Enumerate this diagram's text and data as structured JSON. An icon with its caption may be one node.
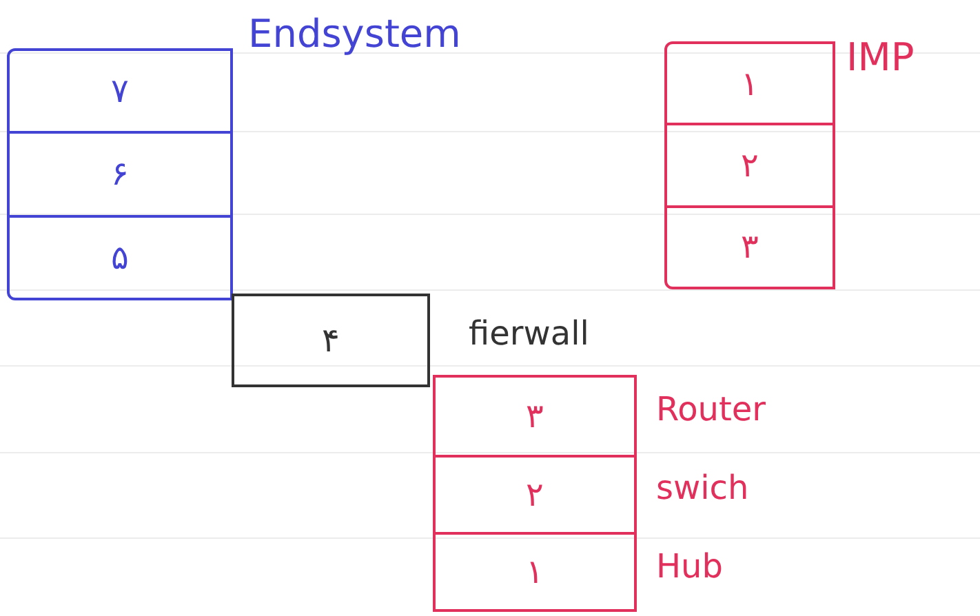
{
  "diagram": {
    "nodes": [
      {
        "text": [
          "Endsystem"
        ]
      },
      {
        "text": [
          "۷"
        ],
        "in": 0
      },
      {
        "text": [
          "۶"
        ],
        "in": 0
      },
      {
        "text": [
          "۵"
        ],
        "in": 0
      },
      {
        "text": [
          "IMP"
        ]
      },
      {
        "text": [
          "۱"
        ],
        "in": 4
      },
      {
        "text": [
          "۲"
        ],
        "in": 4
      },
      {
        "text": [
          "۳"
        ],
        "in": 4
      },
      {
        "text": [
          "۴"
        ],
        "beside": [
          "fierwall"
        ]
      },
      {
        "text": [
          "۳"
        ],
        "beside": [
          "Router"
        ]
      },
      {
        "text": [
          "۲"
        ],
        "beside": [
          "swich"
        ]
      },
      {
        "text": [
          "۱"
        ],
        "beside": [
          "Hub"
        ]
      }
    ]
  }
}
